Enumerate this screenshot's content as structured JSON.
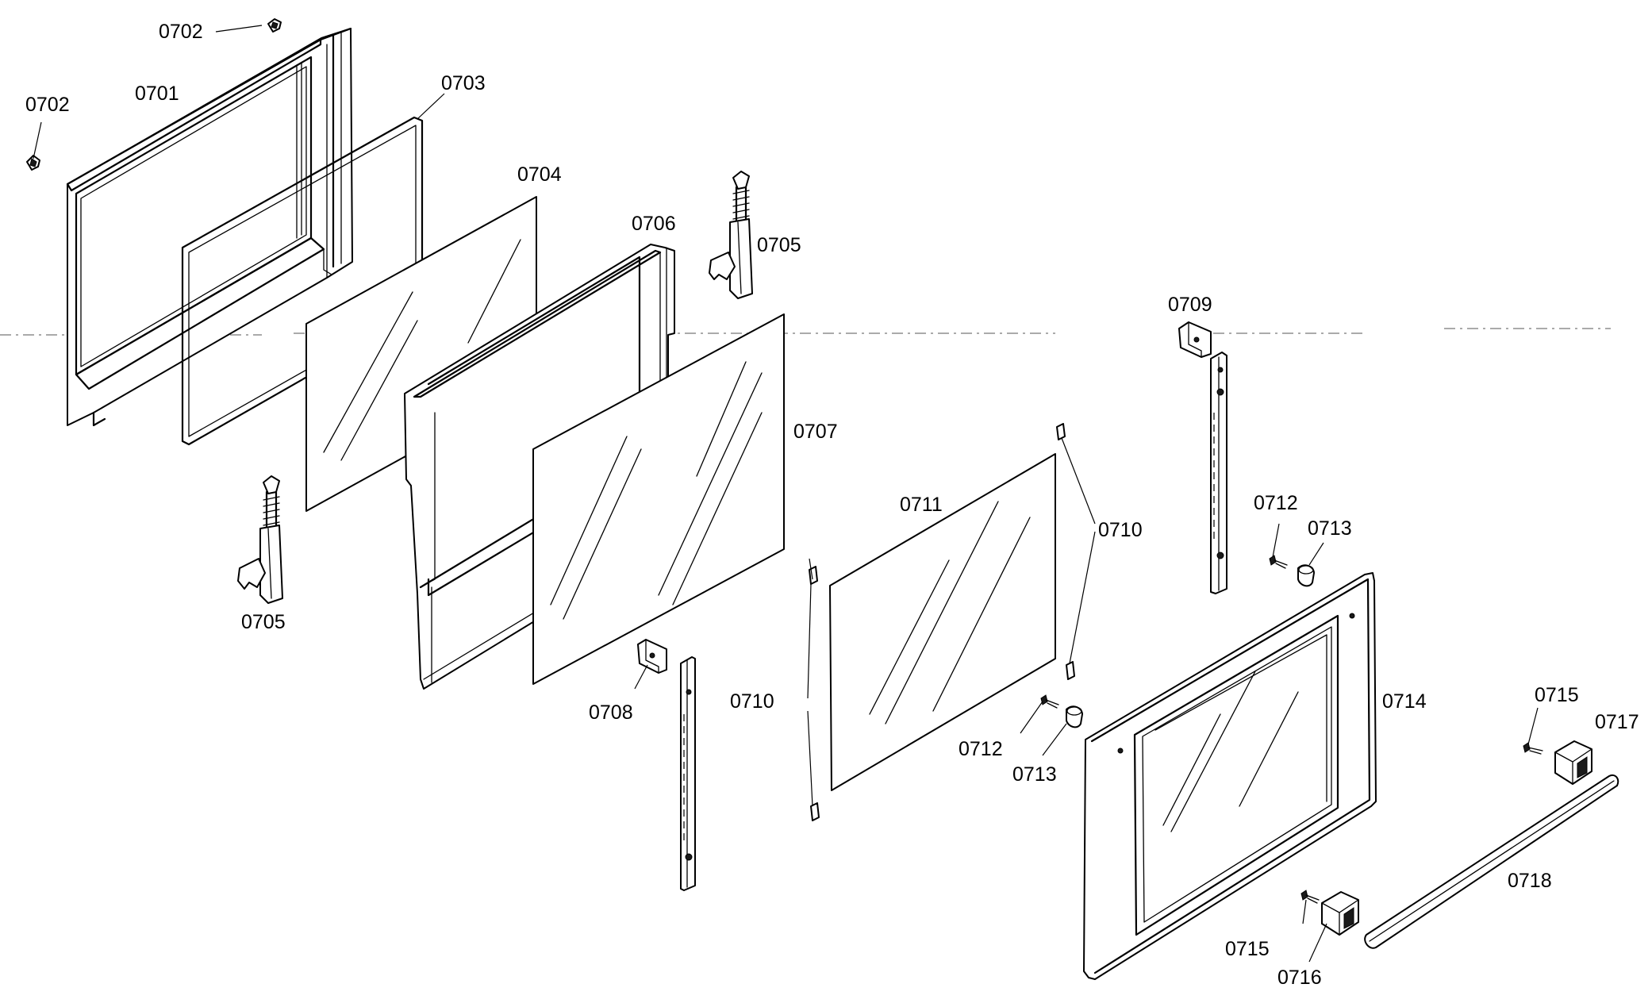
{
  "labels": {
    "l0701": "0701",
    "l0702a": "0702",
    "l0702b": "0702",
    "l0703": "0703",
    "l0704": "0704",
    "l0705a": "0705",
    "l0705b": "0705",
    "l0706": "0706",
    "l0707": "0707",
    "l0708": "0708",
    "l0709": "0709",
    "l0710a": "0710",
    "l0710b": "0710",
    "l0711": "0711",
    "l0712a": "0712",
    "l0712b": "0712",
    "l0713a": "0713",
    "l0713b": "0713",
    "l0714": "0714",
    "l0715a": "0715",
    "l0715b": "0715",
    "l0716": "0716",
    "l0717": "0717",
    "l0718": "0718"
  }
}
